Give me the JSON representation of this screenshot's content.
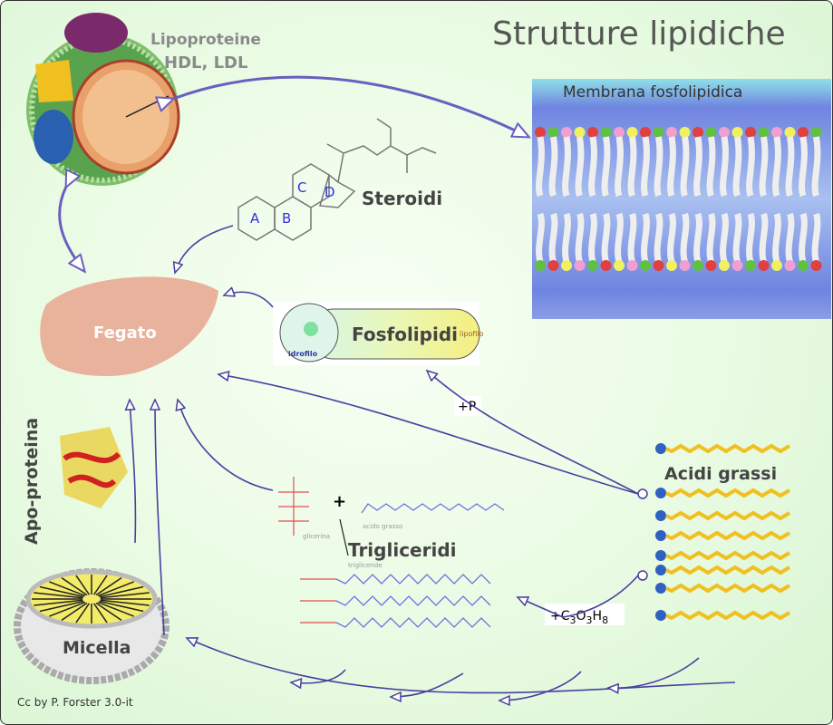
{
  "title": "Strutture lipidiche",
  "lipoproteins": {
    "label": "Lipoproteine",
    "sublabel": "HDL, LDL"
  },
  "membrane": {
    "label": "Membrana fosfolipidica"
  },
  "steroids": {
    "label": "Steroidi",
    "rings": [
      "A",
      "B",
      "C",
      "D"
    ]
  },
  "liver": {
    "label": "Fegato"
  },
  "phospholipids": {
    "label": "Fosfolipidi",
    "hydrophilic": "idrofilo",
    "lipophilic": "lipofilo"
  },
  "phosphate_tag": "+P",
  "fatty_acids": {
    "label": "Acidi grassi"
  },
  "apoprotein": {
    "label": "Apo-proteina"
  },
  "triglycerides": {
    "label": "Trigliceridi",
    "glycerol": "glicerina",
    "fatty_acid": "acido grasso",
    "product": "trigliceride",
    "plus": "+"
  },
  "glycerol_tag": {
    "prefix": "+C",
    "c": "3",
    "o_label": "O",
    "o": "3",
    "h_label": "H",
    "h": "8"
  },
  "micelle": {
    "label": "Micella"
  },
  "credit": "Cc by P. Forster 3.0-it",
  "colors": {
    "arrow": "#4a3fa0",
    "liver": "#e8a58e",
    "micelle_core": "#f3ec6a",
    "membrane_bg": "#7a8fe0"
  }
}
